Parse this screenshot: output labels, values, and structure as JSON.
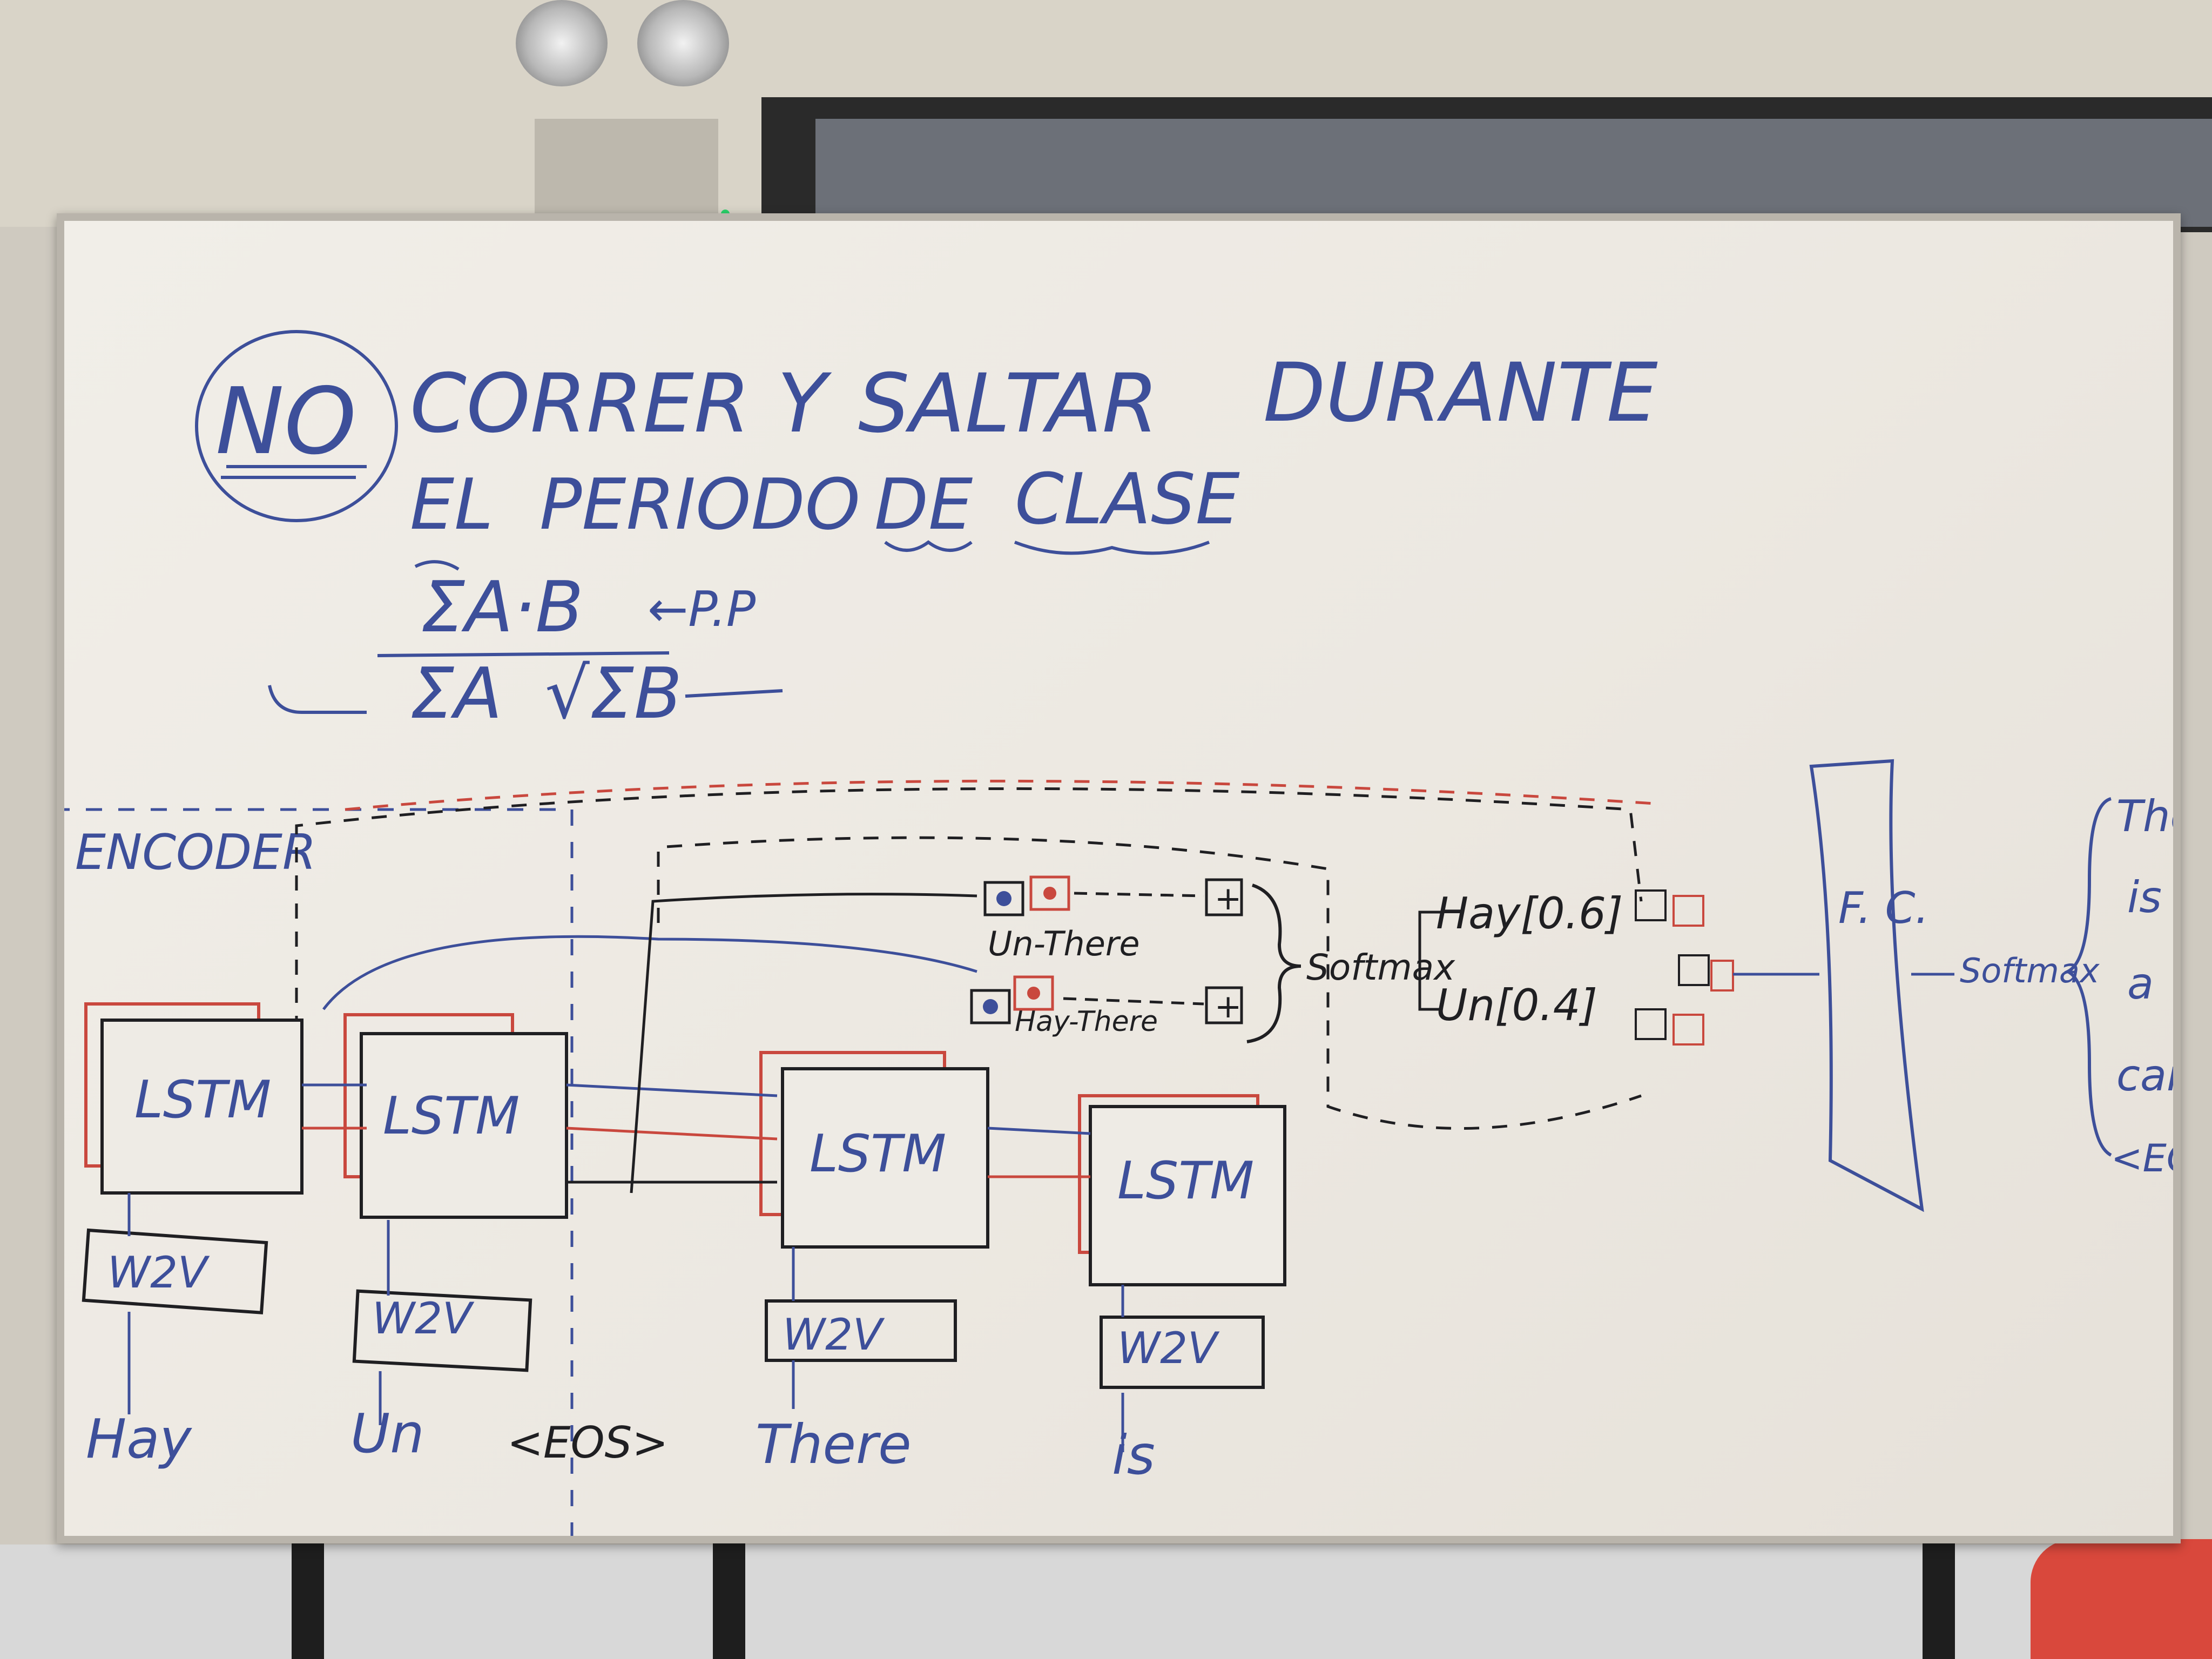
{
  "board": {
    "rule_line1": [
      "NO",
      "CORRER",
      "Y",
      "SALTAR",
      "DURANTE"
    ],
    "rule_line2": [
      "EL",
      "PERIODO",
      "DE",
      "CLASE"
    ],
    "formula_top": "ΣA·B",
    "formula_top_note": "←P.P",
    "formula_bottom_a": "ΣA",
    "formula_bottom_b": "√ΣB"
  },
  "diagram": {
    "encoder_label": "ENCODER",
    "lstm_labels": [
      "LSTM",
      "LSTM",
      "LSTM",
      "LSTM"
    ],
    "w2v_labels": [
      "W2V",
      "W2V",
      "W2V",
      "W2V"
    ],
    "input_words": [
      "Hay",
      "Un",
      "<EOS>",
      "There",
      "is"
    ],
    "attention_pair_1": "Un-There",
    "attention_pair_2": "Hay-There",
    "plus": "+",
    "softmax_label": "Softmax",
    "weight_1": "Hay[0.6]",
    "weight_2": "Un[0.4]",
    "fc_label": "F. C.",
    "final_softmax": "Softmax",
    "outputs": [
      "There",
      "is",
      "a",
      "car",
      "<EOS>"
    ]
  },
  "colors": {
    "marker_blue": "#3d4f9a",
    "marker_red": "#c9483e",
    "marker_black": "#1f1f22"
  }
}
